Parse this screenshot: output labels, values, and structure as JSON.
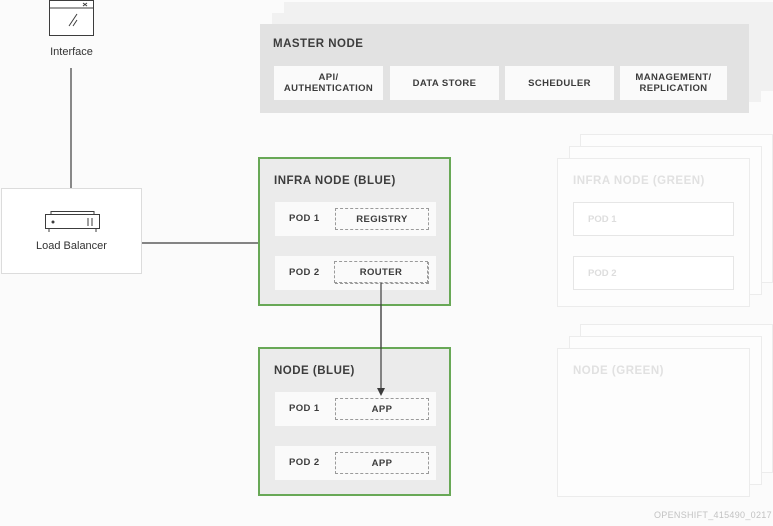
{
  "interface": {
    "label": "Interface"
  },
  "load_balancer": {
    "label": "Load Balancer"
  },
  "master": {
    "title": "MASTER NODE",
    "components": [
      {
        "line1": "API/",
        "line2": "AUTHENTICATION"
      },
      {
        "line1": "DATA STORE",
        "line2": ""
      },
      {
        "line1": "SCHEDULER",
        "line2": ""
      },
      {
        "line1": "MANAGEMENT/",
        "line2": "REPLICATION"
      }
    ]
  },
  "infra_blue": {
    "title": "INFRA NODE (BLUE)",
    "pods": [
      {
        "label": "POD 1",
        "component": "REGISTRY"
      },
      {
        "label": "POD 2",
        "component": "ROUTER"
      }
    ]
  },
  "node_blue": {
    "title": "NODE (BLUE)",
    "pods": [
      {
        "label": "POD 1",
        "component": "APP"
      },
      {
        "label": "POD 2",
        "component": "APP"
      }
    ]
  },
  "infra_green": {
    "title": "INFRA NODE (GREEN)",
    "pods": [
      {
        "label": "POD 1"
      },
      {
        "label": "POD 2"
      }
    ]
  },
  "node_green": {
    "title": "NODE (GREEN)"
  },
  "footer": {
    "code": "OPENSHIFT_415490_0217"
  },
  "colors": {
    "accent_green": "#68a856",
    "line": "#3c3c3c"
  }
}
